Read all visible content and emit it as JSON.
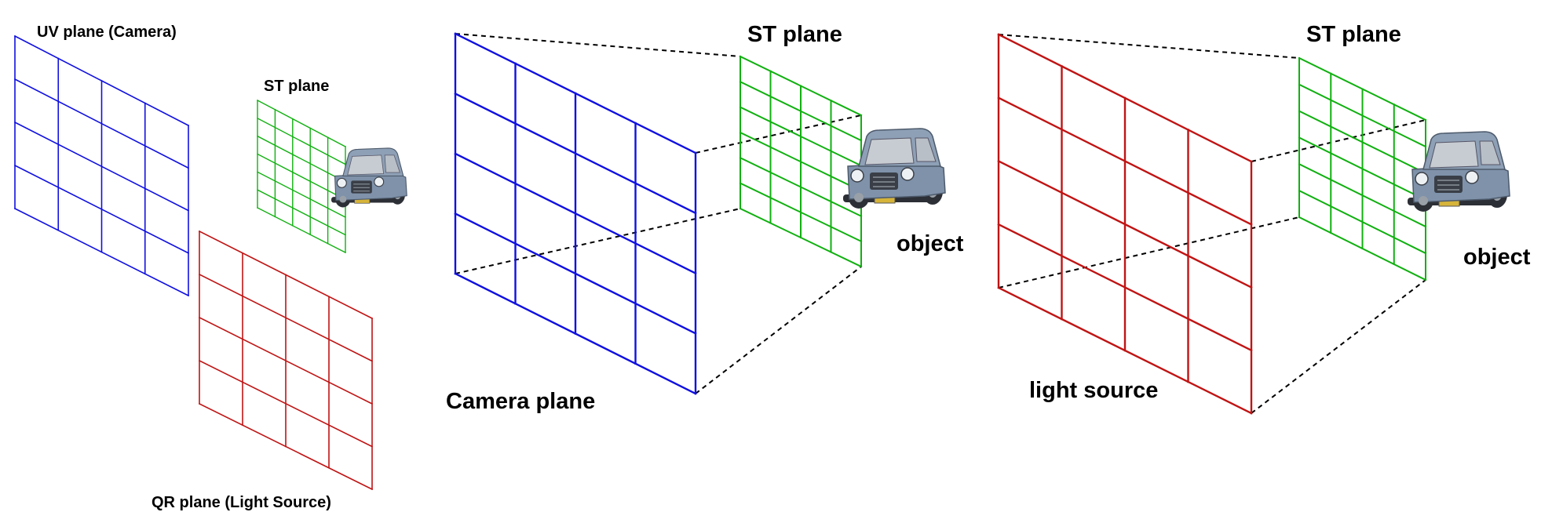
{
  "colors": {
    "camera": "#1010e0",
    "st": "#10b010",
    "light": "#c01414",
    "car_body": "#7f92aa",
    "car_dark": "#2c2f36",
    "car_glass": "#c7ccd2",
    "car_plate": "#d6b43a"
  },
  "panel_a": {
    "uv_label": "UV plane (Camera)",
    "st_label": "ST plane",
    "qr_label": "QR plane (Light Source)"
  },
  "panel_b": {
    "st_label": "ST plane",
    "camera_label": "Camera plane",
    "object_label": "object"
  },
  "panel_c": {
    "st_label": "ST plane",
    "light_label": "light source",
    "object_label": "object"
  },
  "icons": {
    "object": "car-icon"
  }
}
